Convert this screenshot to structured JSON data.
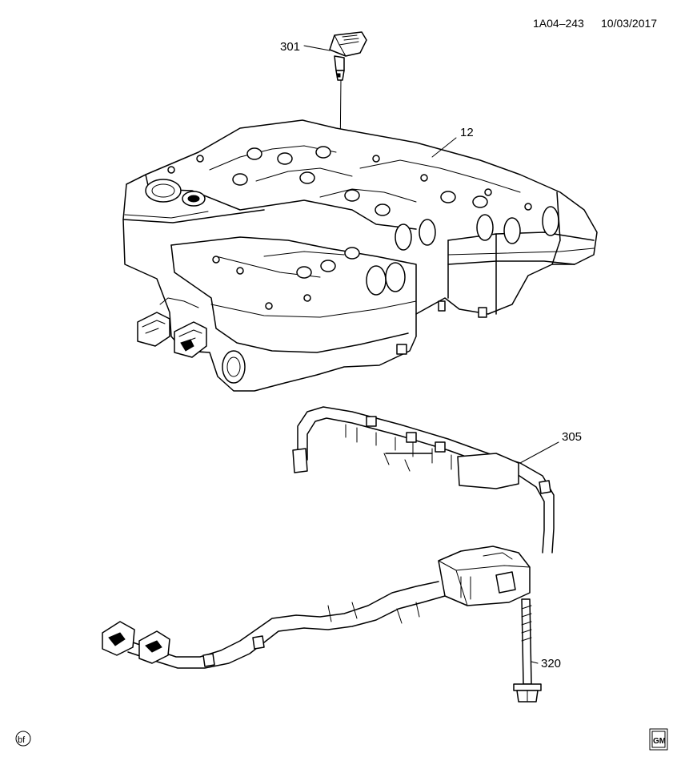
{
  "header": {
    "doc_id": "1A04–243",
    "date": "10/03/2017"
  },
  "callouts": {
    "p301": "301",
    "p12": "12",
    "p305": "305",
    "p320": "320"
  },
  "footer": {
    "bf_mark": "bf",
    "logo_letters": "GM"
  },
  "colors": {
    "ink": "#000000",
    "paper": "#ffffff",
    "shade": "#d9d9d9"
  }
}
